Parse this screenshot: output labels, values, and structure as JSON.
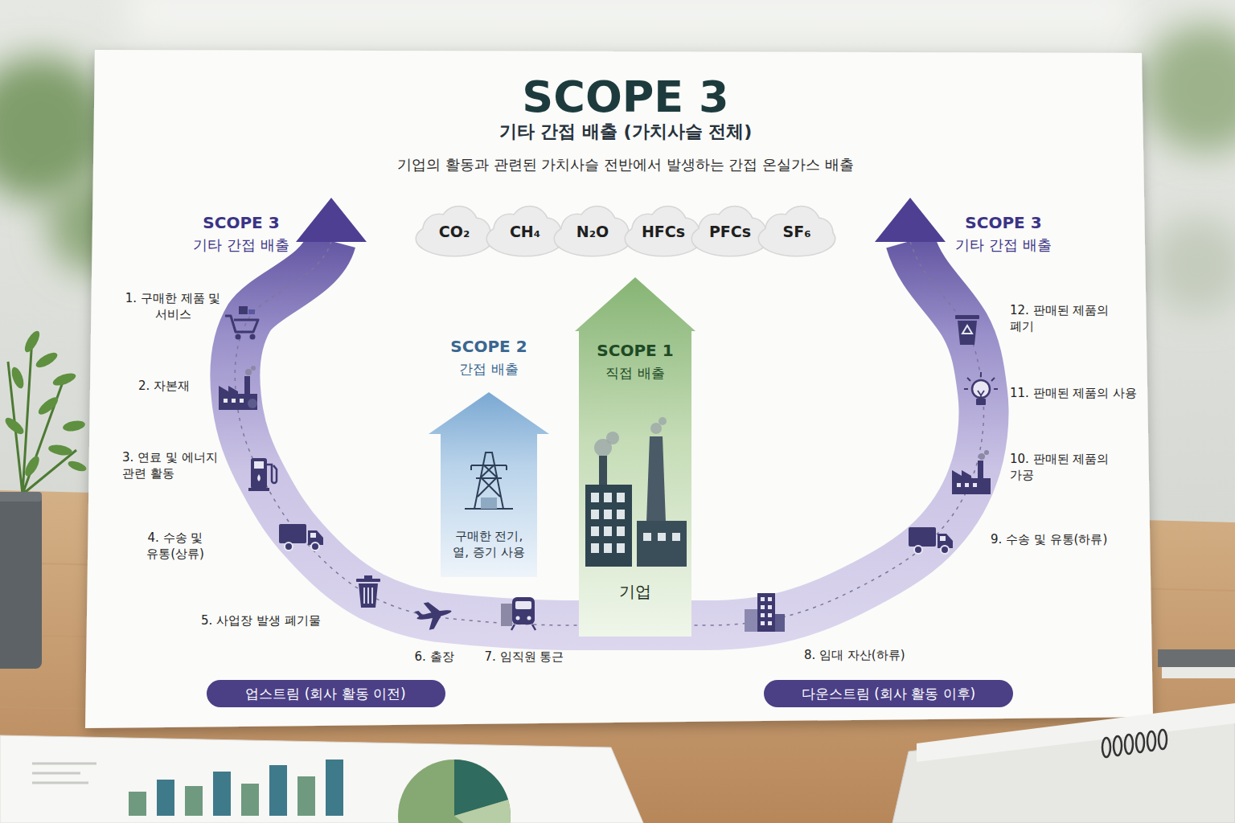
{
  "diagram": {
    "title": "SCOPE 3",
    "nodes": [
      {
        "text": [
          "CO₂"
        ]
      },
      {
        "text": [
          "CH₄"
        ]
      },
      {
        "text": [
          "N₂O"
        ]
      },
      {
        "text": [
          "HFCs"
        ]
      },
      {
        "text": [
          "PFCs"
        ]
      },
      {
        "text": [
          "SF₆"
        ]
      },
      {
        "text": [
          "SCOPE 2",
          "간접 배출",
          "구매한 전기, 열, 증기 사용"
        ]
      },
      {
        "text": [
          "SCOPE 1",
          "직접 배출",
          "기업"
        ]
      },
      {
        "text": [
          "업스트림 (회사 활동 이전)"
        ]
      },
      {
        "text": [
          "다운스트림 (회사 활동 이후)"
        ]
      }
    ],
    "labels": [
      "기타 간접 배출 (가치사슬 전체)",
      "기업의 활동과 관련된 가치사슬 전반에서 발생하는 간접 온실가스 배출",
      "SCOPE 3",
      "기타 간접 배출",
      "SCOPE 3",
      "기타 간접 배출",
      "1. 구매한 제품 및 서비스",
      "2. 자본재",
      "3. 연료 및 에너지 관련 활동",
      "4. 수송 및 유통(상류)",
      "5. 사업장 발생 폐기물",
      "6. 출장",
      "7. 임직원 통근",
      "8. 임대 자산(하류)",
      "9. 수송 및 유통(하류)",
      "10. 판매된 제품의 가공",
      "11. 판매된 제품의 사용",
      "12. 판매된 제품의 폐기"
    ]
  }
}
